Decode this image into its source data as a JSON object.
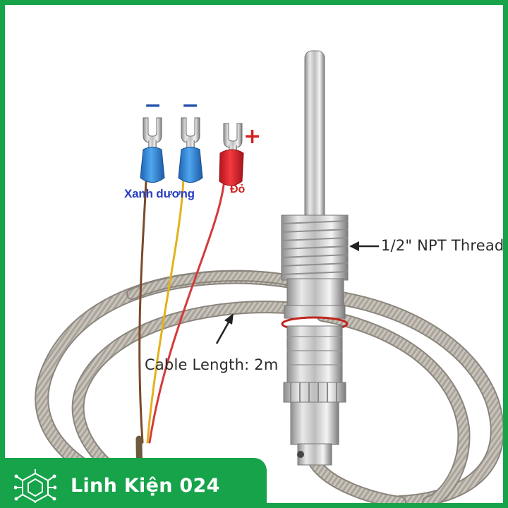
{
  "labels": {
    "minus_left": "−",
    "minus_right": "−",
    "plus": "+",
    "blue_wire": "Xanh dương",
    "red_wire": "Đỏ",
    "thread": "1/2\" NPT Thread",
    "cable_length": "Cable Length: 2m"
  },
  "brand": {
    "name": "Linh Kiện 024"
  },
  "colors": {
    "frame": "#16a34a",
    "blue_terminal": "#2f86d6",
    "red_terminal": "#e0202a",
    "plus_sign": "#d42020",
    "minus_sign": "#1f4fa8"
  },
  "icons": {
    "brand": "circuit-chip-icon"
  }
}
